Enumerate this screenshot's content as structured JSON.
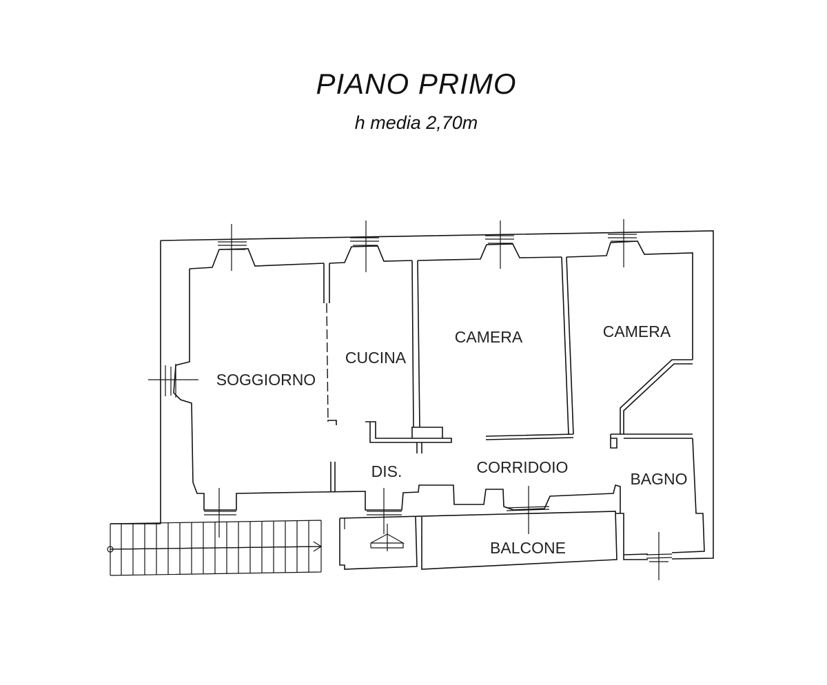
{
  "header": {
    "title": "PIANO PRIMO",
    "subtitle": "h media 2,70m"
  },
  "rooms": {
    "soggiorno": "SOGGIORNO",
    "cucina": "CUCINA",
    "camera_1": "CAMERA",
    "camera_2": "CAMERA",
    "dis": "DIS.",
    "corridoio": "CORRIDOIO",
    "bagno": "BAGNO",
    "balcone": "BALCONE"
  },
  "colors": {
    "line": "#111111",
    "background": "#ffffff"
  }
}
